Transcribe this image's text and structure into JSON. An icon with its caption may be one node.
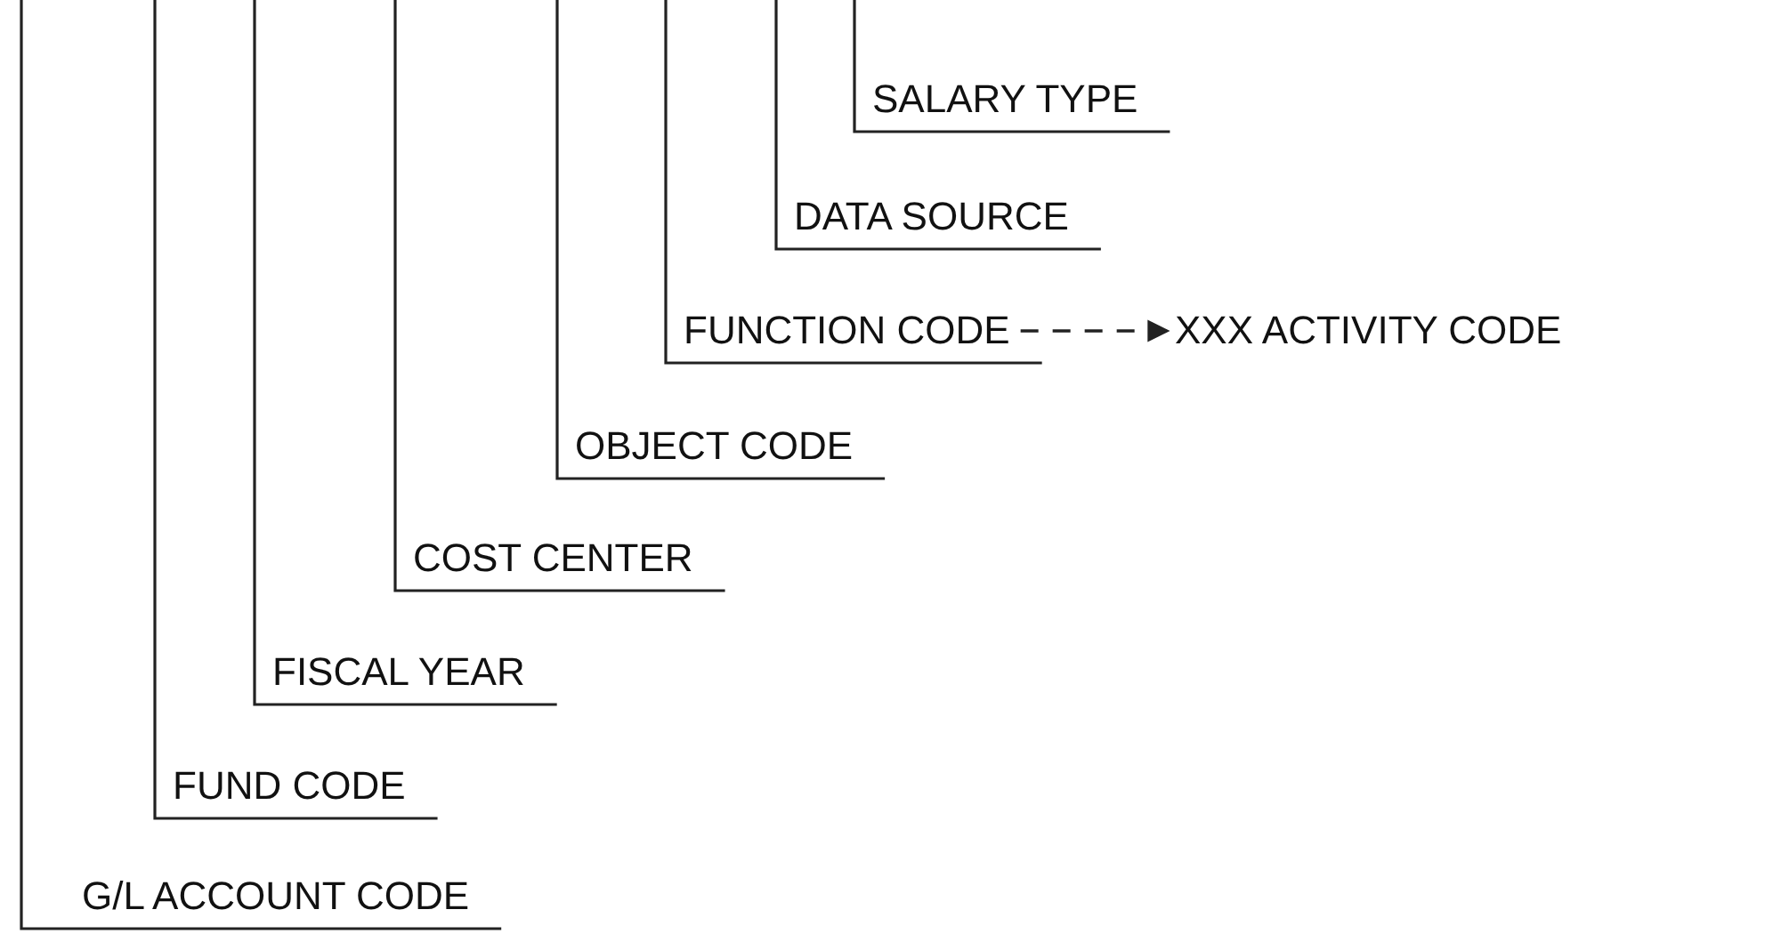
{
  "diagram": {
    "nodes": [
      {
        "text": [
          "SALARY TYPE"
        ]
      },
      {
        "text": [
          "DATA SOURCE"
        ]
      },
      {
        "text": [
          "FUNCTION CODE"
        ]
      },
      {
        "text": [
          "XXX ACTIVITY CODE"
        ]
      },
      {
        "text": [
          "OBJECT CODE"
        ]
      },
      {
        "text": [
          "COST CENTER"
        ]
      },
      {
        "text": [
          "FISCAL YEAR"
        ]
      },
      {
        "text": [
          "FUND CODE"
        ]
      },
      {
        "text": [
          "G/L ACCOUNT CODE"
        ]
      }
    ],
    "edges": [
      {
        "from": 2,
        "to": 3,
        "arrow": "to",
        "style": "dashed"
      }
    ]
  }
}
